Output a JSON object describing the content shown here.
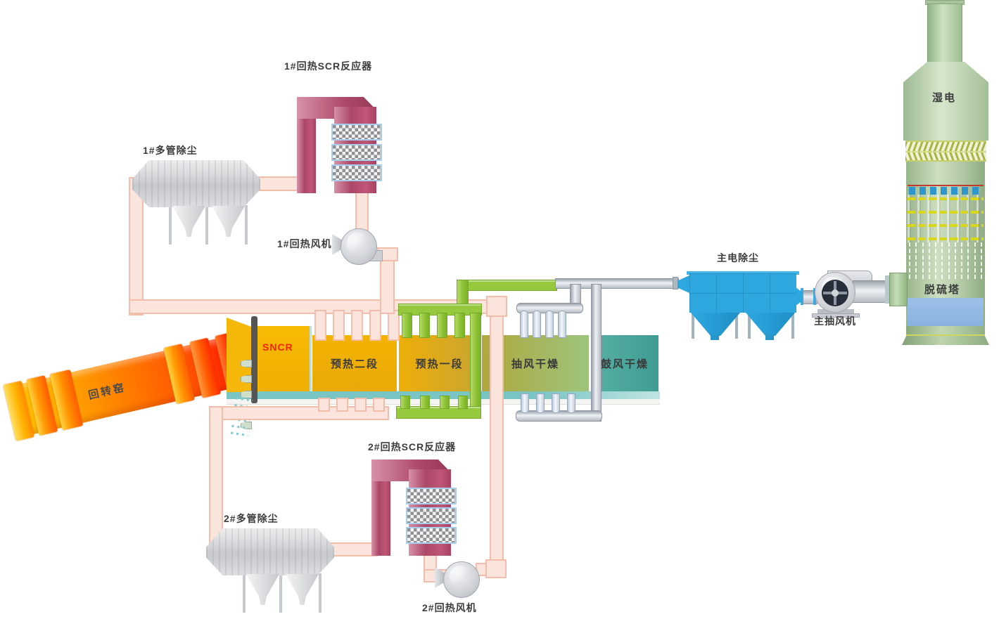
{
  "diagram": {
    "equipment_labels": {
      "scr1": "1#回热SCR反应器",
      "mtd1": "1#多管除尘",
      "rfan1": "1#回热风机",
      "sncr": "SNCR",
      "kiln": "回转窑",
      "preheat2": "预热二段",
      "preheat1": "预热一段",
      "draft_dry": "抽风干燥",
      "blow_dry": "鼓风干燥",
      "main_esp": "主电除尘",
      "main_fan": "主抽风机",
      "wet_esp": "湿电",
      "fgd_tower": "脱硫塔",
      "scr2": "2#回热SCR反应器",
      "mtd2": "2#多管除尘",
      "rfan2": "2#回热风机"
    },
    "colors": {
      "pipe_pink": "#fbe4dc",
      "pipe_green": "#97c93f",
      "pipe_gray": "#ccd1d8",
      "scr_maroon": "#b04b6b",
      "esp_blue": "#2ea7df",
      "kiln_orange": "#ff7300",
      "section_yellow": "#f3b303",
      "dryer_olive": "#b0a73e",
      "dryer_teal": "#45a79b",
      "belt_teal": "#79c5c3",
      "tower_green": "#b7cfab",
      "pool_blue": "#90b8e0",
      "sncr_red": "#f32300"
    }
  }
}
